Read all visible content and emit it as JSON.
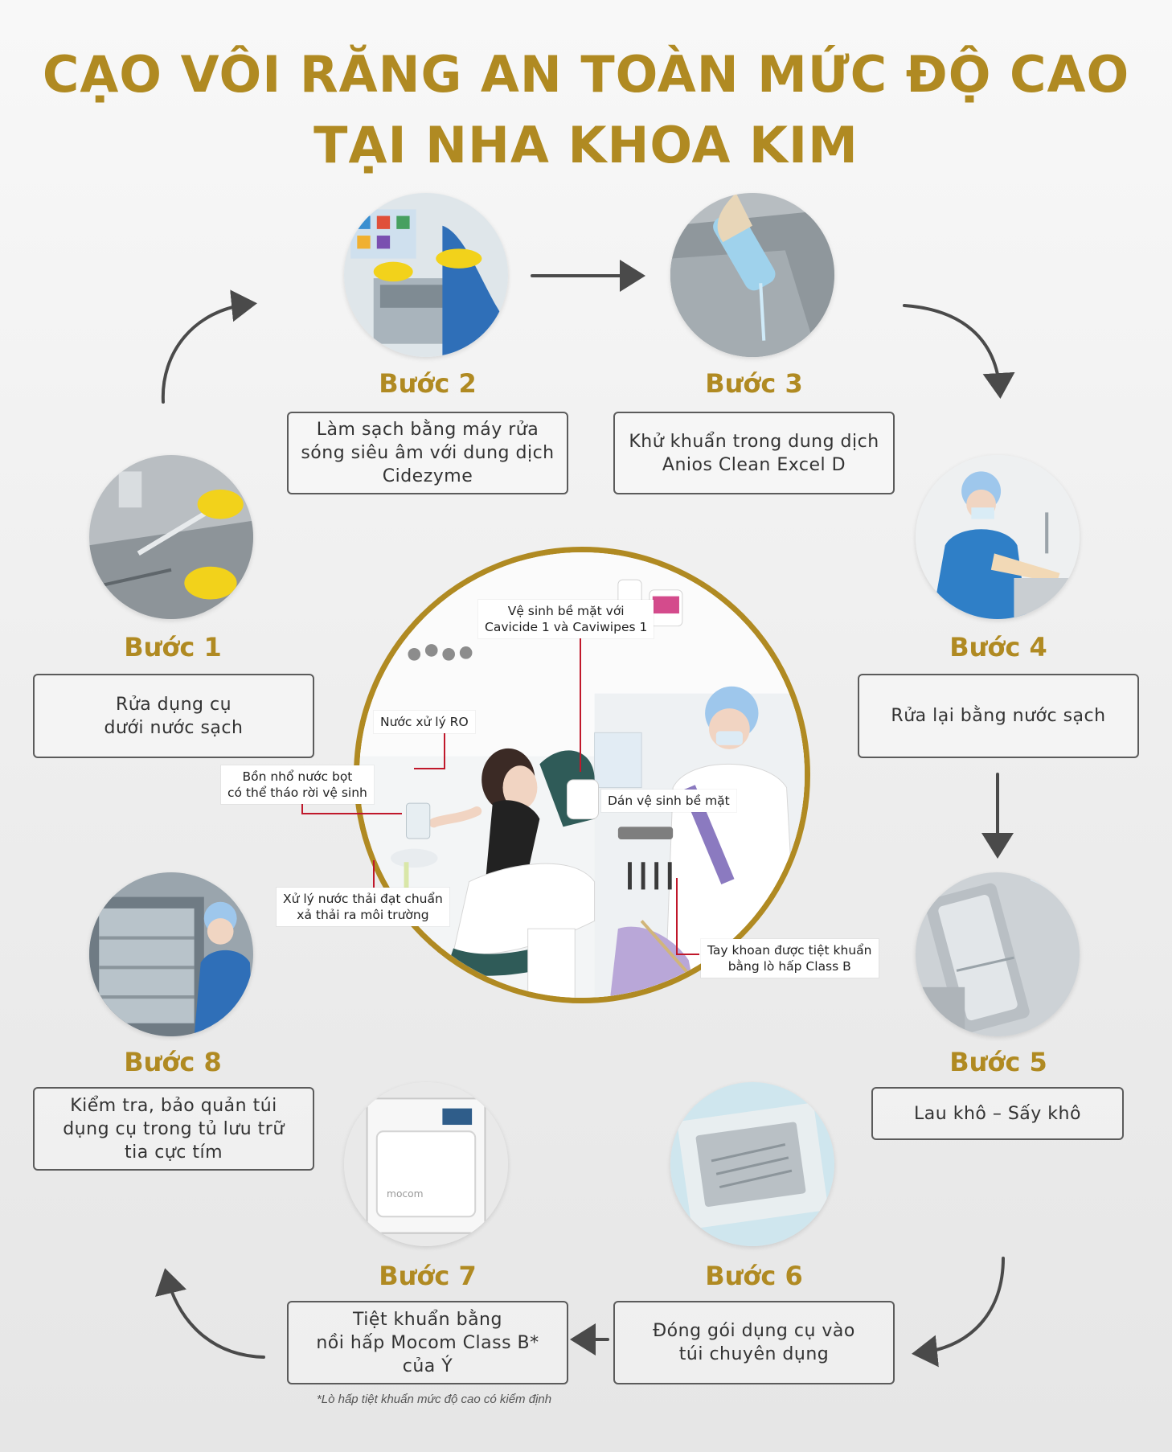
{
  "title": {
    "line1": "CẠO VÔI RĂNG AN TOÀN MỨC ĐỘ CAO",
    "line2": "TẠI NHA KHOA KIM"
  },
  "colors": {
    "gold": "#b08a22",
    "border": "#5b5b5b",
    "arrow": "#4a4a4a",
    "callout_line": "#c0182b"
  },
  "steps": [
    {
      "label": "Bước 1",
      "text": "Rửa dụng cụ\ndưới nước sạch",
      "icon": "washing-tools-photo"
    },
    {
      "label": "Bước 2",
      "text": "Làm sạch bằng máy rửa\nsóng siêu âm với dung dịch\nCidezyme",
      "icon": "ultrasonic-cleaner-photo"
    },
    {
      "label": "Bước 3",
      "text": "Khử khuẩn trong dung dịch\nAnios Clean Excel D",
      "icon": "disinfectant-pour-photo"
    },
    {
      "label": "Bước 4",
      "text": "Rửa lại bằng nước sạch",
      "icon": "rinse-photo"
    },
    {
      "label": "Bước 5",
      "text": "Lau khô – Sấy khô",
      "icon": "drying-tray-photo"
    },
    {
      "label": "Bước 6",
      "text": "Đóng gói dụng cụ vào\ntúi chuyên dụng",
      "icon": "packaging-photo"
    },
    {
      "label": "Bước 7",
      "text": "Tiệt khuẩn bằng\nnồi hấp Mocom Class B*\ncủa Ý",
      "icon": "autoclave-photo"
    },
    {
      "label": "Bước 8",
      "text": "Kiểm tra, bảo quản túi\ndụng cụ trong tủ lưu trữ\ntia cực tím",
      "icon": "uv-cabinet-photo"
    }
  ],
  "footnote": "*Lò hấp tiệt khuẩn mức độ cao có kiểm định",
  "center": {
    "image": "dental-chair-photo",
    "callouts": [
      {
        "text": "Vệ sinh bề mặt với\nCavicide 1 và Caviwipes 1"
      },
      {
        "text": "Nước xử lý RO"
      },
      {
        "text": "Bồn nhổ nước bọt\ncó thể tháo rời vệ sinh"
      },
      {
        "text": "Dán vệ sinh bề mặt"
      },
      {
        "text": "Xử lý nước thải đạt chuẩn\nxả thải ra môi trường"
      },
      {
        "text": "Tay khoan được tiệt khuẩn\nbằng lò hấp Class B"
      }
    ]
  }
}
